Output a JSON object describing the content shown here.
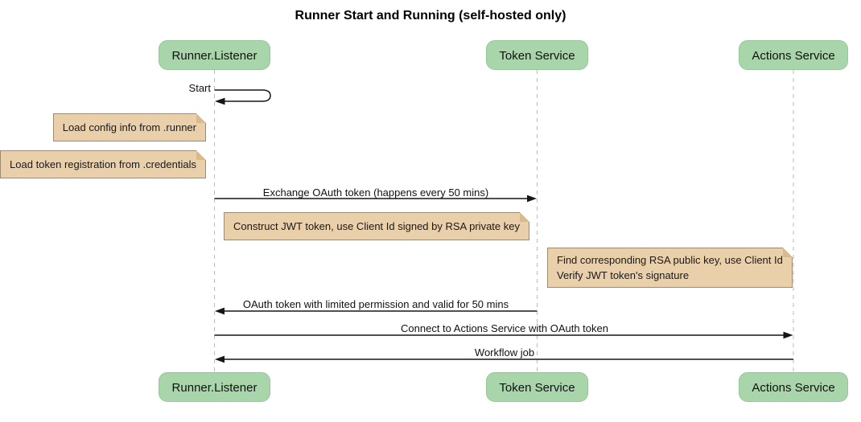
{
  "diagram": {
    "title": "Runner Start and Running (self-hosted only)",
    "type": "sequence-diagram"
  },
  "participants": [
    {
      "label": "Runner.Listener"
    },
    {
      "label": "Token Service"
    },
    {
      "label": "Actions Service"
    }
  ],
  "messages": [
    {
      "label": "Start",
      "from": "Runner.Listener",
      "to": "Runner.Listener",
      "kind": "self-message"
    },
    {
      "label": "Exchange OAuth token (happens every 50 mins)",
      "from": "Runner.Listener",
      "to": "Token Service",
      "kind": "solid-arrow"
    },
    {
      "label": "OAuth token with limited permission and valid for 50 mins",
      "from": "Token Service",
      "to": "Runner.Listener",
      "kind": "solid-arrow"
    },
    {
      "label": "Connect to Actions Service with OAuth token",
      "from": "Runner.Listener",
      "to": "Actions Service",
      "kind": "solid-arrow"
    },
    {
      "label": "Workflow job",
      "from": "Actions Service",
      "to": "Runner.Listener",
      "kind": "solid-arrow"
    }
  ],
  "notes": [
    {
      "text": "Load config info from .runner",
      "position": "left of Runner.Listener"
    },
    {
      "text": "Load token registration from .credentials",
      "position": "left of Runner.Listener"
    },
    {
      "text": "Construct JWT token, use Client Id signed by RSA private key",
      "position": "right of Runner.Listener"
    },
    {
      "lines": [
        "Find corresponding RSA public key, use Client Id",
        "Verify JWT token's signature"
      ],
      "position": "left of Actions Service"
    }
  ],
  "colors": {
    "actor_fill": "#a8d6aa",
    "actor_border": "#96c699",
    "note_fill": "#eacfab",
    "note_border": "#9e8a70",
    "note_fold": "#d9ba8c",
    "lifeline": "#bababa",
    "message_line": "#161616"
  }
}
